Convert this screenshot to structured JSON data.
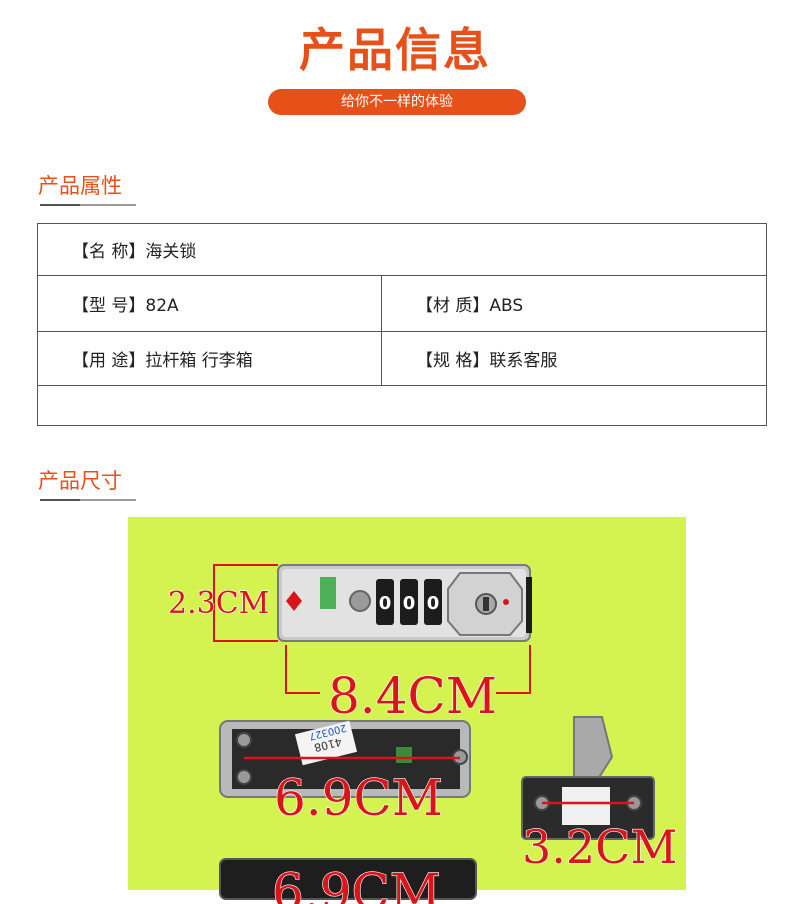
{
  "header": {
    "title": "产品信息",
    "tagline": "给你不一样的体验"
  },
  "attributes_section": {
    "title": "产品属性",
    "rows": [
      {
        "left": "【名  称】海关锁"
      },
      {
        "left": "【型  号】82A",
        "right": "【材  质】ABS"
      },
      {
        "left": "【用  途】拉杆箱  行李箱",
        "right": "【规  格】联系客服"
      },
      {
        "left": ""
      }
    ]
  },
  "size_section": {
    "title": "产品尺寸",
    "dimensions": {
      "height": "2.3CM",
      "length": "8.4CM",
      "hole_spacing": "6.9CM",
      "lock_width": "3.2CM",
      "bottom_spacing": "6.9CM"
    },
    "label_text": {
      "a": "4108",
      "b": "200327"
    },
    "colors": {
      "accent": "#e8501a",
      "photo_bg": "#d4f350",
      "dim_red": "#d8151b"
    }
  }
}
